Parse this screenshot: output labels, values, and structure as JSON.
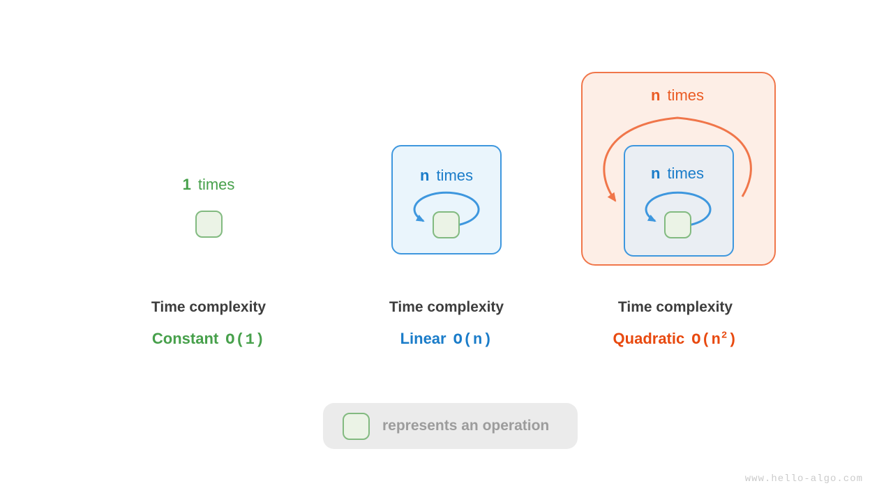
{
  "colors": {
    "green_text": "#47a04b",
    "green_border": "#82ba80",
    "green_fill": "#ebf3e6",
    "blue_text": "#1a7cc9",
    "blue_border": "#3e97de",
    "blue_fill": "#eaf5fc",
    "blue_gray_fill": "#eaeef3",
    "orange_text": "#e8490f",
    "orange_label": "#ea5b24",
    "orange_border": "#f0764a",
    "orange_fill": "#fdeee6",
    "dark_text": "#3d3d3d",
    "legend_bg": "#ebebeb",
    "legend_text": "#9c9c9c",
    "watermark": "#cbcbcb"
  },
  "panels": [
    {
      "times_var": "1",
      "times_word": "times",
      "caption_title": "Time complexity",
      "complexity_name": "Constant",
      "big_o": "O(1)",
      "big_o_sup": "",
      "big_o_close": ""
    },
    {
      "times_var": "n",
      "times_word": "times",
      "caption_title": "Time complexity",
      "complexity_name": "Linear",
      "big_o": "O(n)",
      "big_o_sup": "",
      "big_o_close": ""
    },
    {
      "outer_times_var": "n",
      "outer_times_word": "times",
      "times_var": "n",
      "times_word": "times",
      "caption_title": "Time complexity",
      "complexity_name": "Quadratic",
      "big_o": "O(n",
      "big_o_sup": "2",
      "big_o_close": ")"
    }
  ],
  "legend": {
    "text": "represents an operation"
  },
  "watermark": "www.hello-algo.com"
}
